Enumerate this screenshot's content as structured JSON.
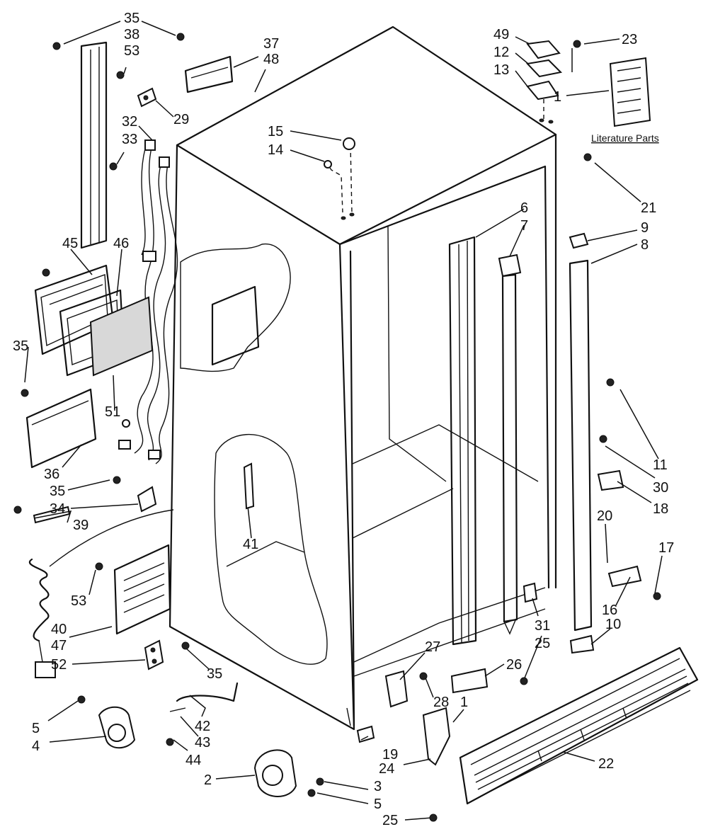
{
  "diagram": {
    "caption_literature": "Literature Parts",
    "labels": [
      "35",
      "38",
      "53",
      "29",
      "37",
      "48",
      "32",
      "33",
      "15",
      "14",
      "49",
      "12",
      "13",
      "23",
      "1",
      "21",
      "6",
      "7",
      "9",
      "8",
      "45",
      "46",
      "35",
      "51",
      "11",
      "30",
      "18",
      "36",
      "35",
      "34",
      "39",
      "41",
      "20",
      "17",
      "16",
      "53",
      "40",
      "47",
      "52",
      "35",
      "31",
      "25",
      "10",
      "27",
      "26",
      "28",
      "1",
      "22",
      "5",
      "4",
      "42",
      "43",
      "44",
      "2",
      "19",
      "24",
      "3",
      "5",
      "25"
    ]
  }
}
